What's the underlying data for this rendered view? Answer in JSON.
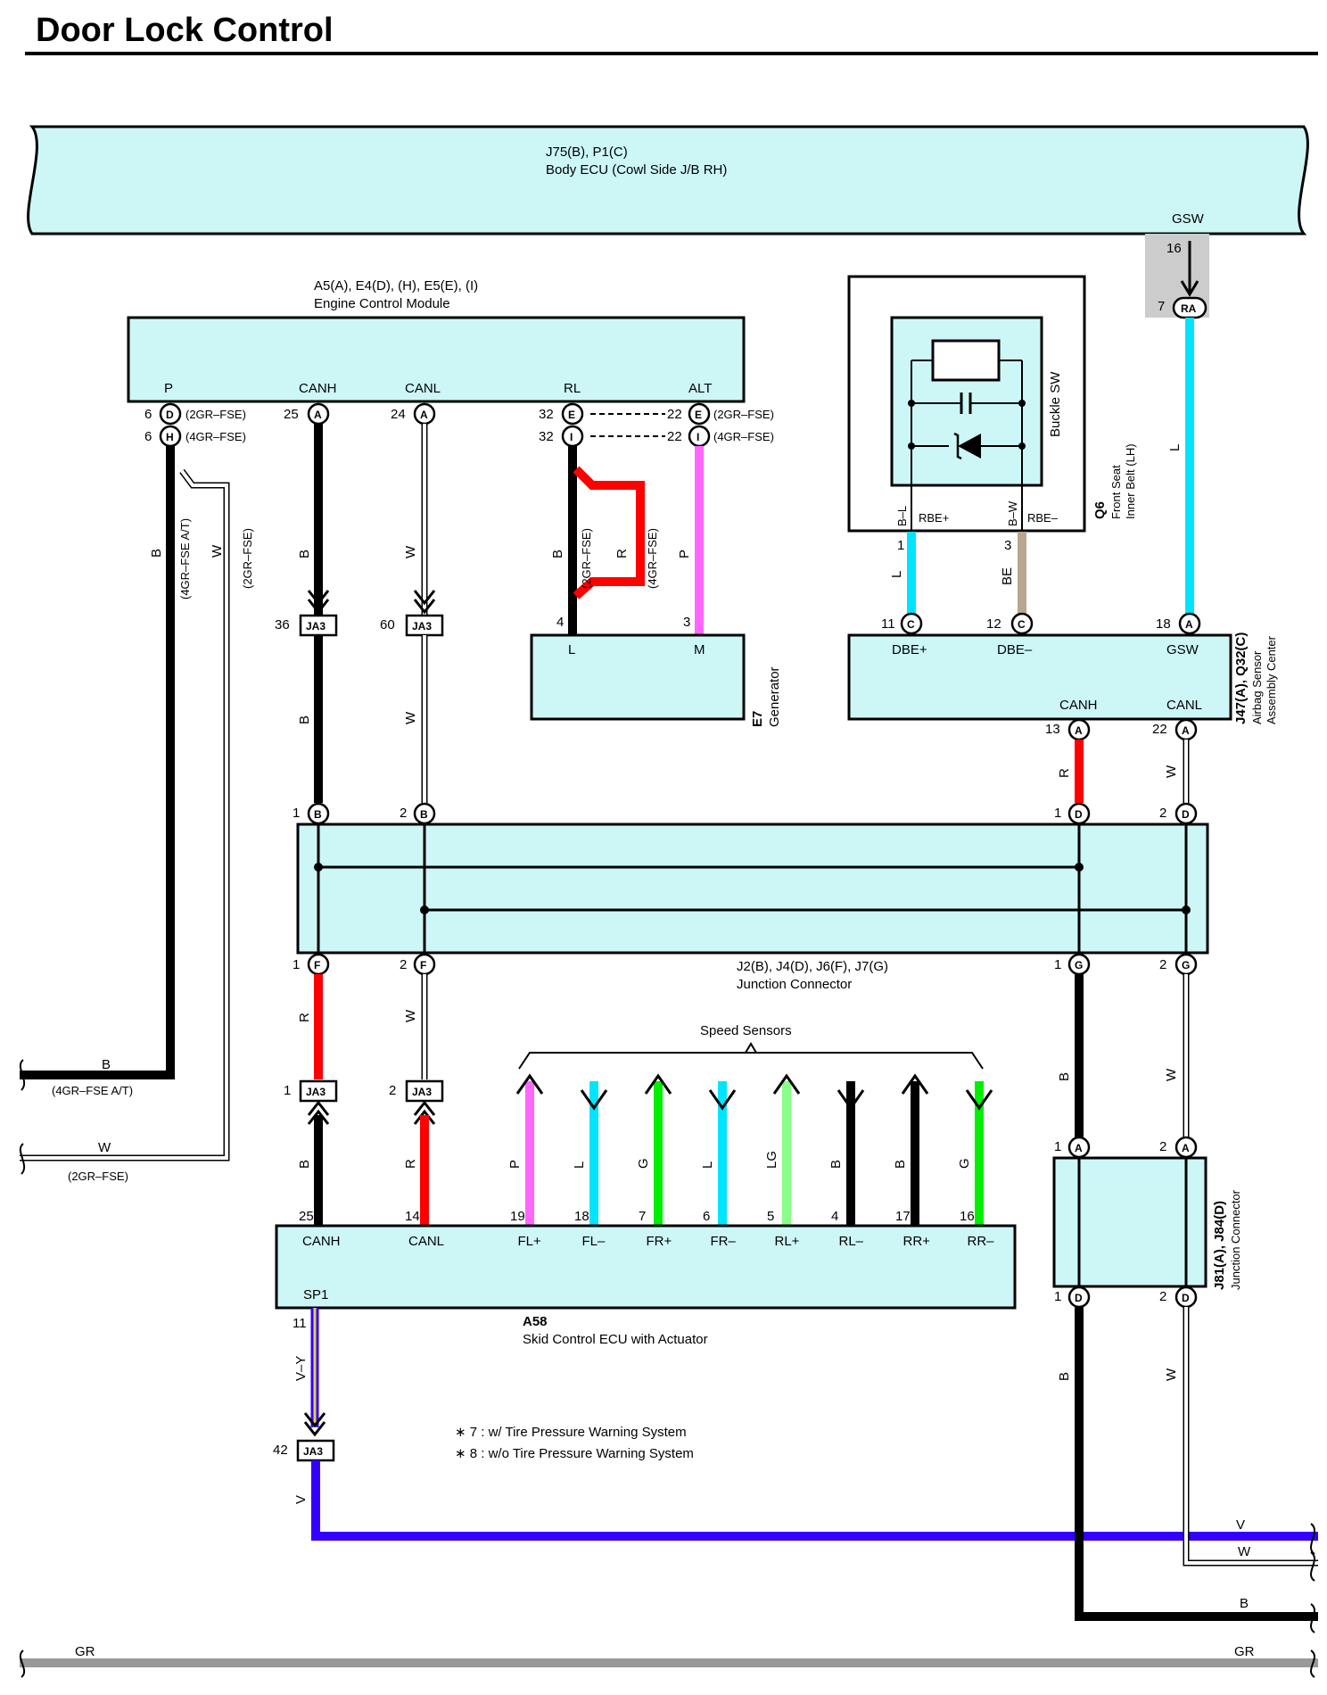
{
  "title": "Door Lock Control",
  "body_ecu": {
    "ref": "J75(B), P1(C)",
    "name": "Body ECU (Cowl Side J/B RH)",
    "gsw_label": "GSW",
    "pin_top": "16",
    "pin_conn": "7",
    "conn": "RA"
  },
  "ecm": {
    "ref": "A5(A), E4(D), (H), E5(E), (I)",
    "name": "Engine Control Module",
    "terms": [
      "P",
      "CANH",
      "CANL",
      "RL",
      "ALT"
    ],
    "pins": [
      "6",
      "6",
      "25",
      "24",
      "32",
      "32",
      "22",
      "22"
    ],
    "conns": [
      "D",
      "H",
      "A",
      "A",
      "E",
      "I",
      "E",
      "I"
    ],
    "notes": [
      "(2GR–FSE)",
      "(4GR–FSE)",
      "(2GR–FSE)",
      "(4GR–FSE)"
    ]
  },
  "buckle": {
    "ref": "Q6",
    "name1": "Front Seat",
    "name2": "Inner Belt (LH)",
    "sw": "Buckle SW",
    "terms": [
      "B–L",
      "RBE+",
      "B–W",
      "RBE–"
    ],
    "pins": [
      "1",
      "3"
    ]
  },
  "generator": {
    "ref": "E7",
    "name": "Generator",
    "terms": [
      "L",
      "M"
    ],
    "pins": [
      "4",
      "3"
    ]
  },
  "airbag": {
    "ref": "J47(A), Q32(C)",
    "name1": "Airbag Sensor",
    "name2": "Assembly Center",
    "terms": [
      "DBE+",
      "DBE–",
      "GSW",
      "CANH",
      "CANL"
    ],
    "pins": [
      "11",
      "12",
      "18",
      "13",
      "22"
    ],
    "conns": [
      "C",
      "C",
      "A",
      "A",
      "A"
    ]
  },
  "jconn": {
    "ref": "J2(B), J4(D), J6(F), J7(G)",
    "name": "Junction Connector",
    "pins": [
      "1",
      "2",
      "1",
      "2",
      "1",
      "2",
      "1",
      "2"
    ],
    "conns": [
      "B",
      "B",
      "D",
      "D",
      "F",
      "F",
      "G",
      "G"
    ]
  },
  "jconn2": {
    "ref": "J81(A), J84(D)",
    "name": "Junction Connector",
    "pins": [
      "1",
      "2",
      "1",
      "2"
    ],
    "conns": [
      "A",
      "A",
      "D",
      "D"
    ]
  },
  "ja3": {
    "label": "JA3",
    "pins": [
      "36",
      "60",
      "1",
      "2",
      "42"
    ]
  },
  "skid": {
    "ref": "A58",
    "name": "Skid Control ECU with Actuator",
    "terms": [
      "CANH",
      "CANL",
      "FL+",
      "FL–",
      "FR+",
      "FR–",
      "RL+",
      "RL–",
      "RR+",
      "RR–",
      "SP1"
    ],
    "pins": [
      "25",
      "14",
      "19",
      "18",
      "7",
      "6",
      "5",
      "4",
      "17",
      "16",
      "11"
    ]
  },
  "speed_sensors": "Speed Sensors",
  "wires": {
    "ecm_p": "B",
    "ecm_p_note": "(4GR–FSE A/T)",
    "ecm_p2": "W",
    "ecm_p2_note": "(2GR–FSE)",
    "canh": "B",
    "canl": "W",
    "rl": "B",
    "rl_note": "(2GR–FSE)",
    "rl2": "R",
    "rl2_note": "(4GR–FSE)",
    "alt": "P",
    "buckle1": "L",
    "buckle2": "BE",
    "gsw": "L",
    "ab_canh": "R",
    "ab_canl": "W",
    "f1": "R",
    "f2": "W",
    "g1": "B",
    "g2": "W",
    "ja_b": "B",
    "ja_r": "R",
    "ss": [
      "P",
      "L",
      "G",
      "L",
      "LG",
      "B",
      "B",
      "G"
    ],
    "sp1": "V–Y",
    "v": "V",
    "d1": "B",
    "d2": "W",
    "left_b": "B",
    "left_b_note": "(4GR–FSE A/T)",
    "left_w": "W",
    "left_w_note": "(2GR–FSE)",
    "right_v": "V",
    "right_w": "W",
    "right_b": "B",
    "gr": "GR"
  },
  "notes": [
    "∗ 7 : w/ Tire Pressure Warning System",
    "∗ 8 : w/o Tire Pressure Warning System"
  ],
  "colors": {
    "B": "#000000",
    "W": "#ffffff",
    "R": "#ff0000",
    "P": "#ff66ff",
    "L": "#00e5ff",
    "G": "#00ee00",
    "LG": "#88ff88",
    "BE": "#b8a690",
    "V": "#3300ff",
    "GR": "#999999",
    "box": "#cdf7f7"
  }
}
